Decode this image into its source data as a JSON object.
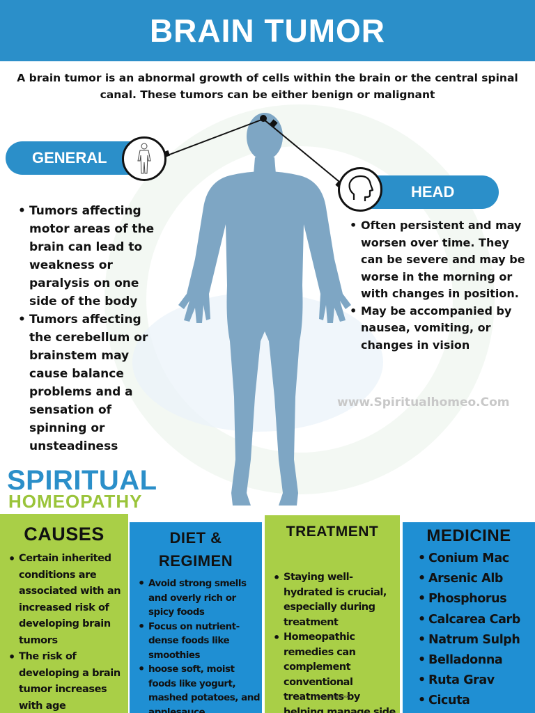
{
  "title": "BRAIN TUMOR",
  "intro": "A brain tumor is an abnormal growth of cells within the brain or the central spinal canal. These tumors can be either benign or malignant",
  "general": {
    "label": "GENERAL",
    "bullets": [
      "Tumors affecting motor areas of the brain can lead to weakness or paralysis on one side of the body",
      "Tumors affecting the cerebellum or brainstem may cause balance problems and a sensation of spinning or unsteadiness"
    ]
  },
  "head": {
    "label": "HEAD",
    "bullets": [
      "Often persistent and may worsen over time. They can be severe and may be worse in the morning or with changes in position.",
      "May be accompanied by nausea, vomiting, or changes in vision"
    ]
  },
  "watermark": "www.Spiritualhomeo.Com",
  "logo": {
    "line1": "SPIRITUAL",
    "line2": "HOMEOPATHY"
  },
  "causes": {
    "title": "CAUSES",
    "items": [
      "Certain inherited conditions are associated with an increased risk of developing brain tumors",
      "The risk of developing a brain tumor increases with age"
    ]
  },
  "diet": {
    "title_line1": "DIET &",
    "title_line2": "REGIMEN",
    "items": [
      "Avoid strong smells and overly rich or spicy foods",
      "Focus on nutrient-dense foods like smoothies",
      "hoose soft, moist foods like yogurt, mashed potatoes, and applesauce"
    ]
  },
  "treatment": {
    "title": "TREATMENT",
    "items": [
      "Staying well-hydrated is crucial, especially during treatment",
      "Homeopathic remedies can complement conventional treatments by helping manage side effects"
    ],
    "footnote": "Your paragraph text"
  },
  "medicine": {
    "title": "MEDICINE",
    "items": [
      "Conium Mac",
      "Arsenic Alb",
      "Phosphorus",
      "Calcarea Carb",
      "Natrum Sulph",
      "Belladonna",
      "Ruta Grav",
      "Cicuta"
    ]
  },
  "colors": {
    "blue": "#2b8fc9",
    "green": "#a9cf47",
    "figure": "#7ea6c4"
  }
}
